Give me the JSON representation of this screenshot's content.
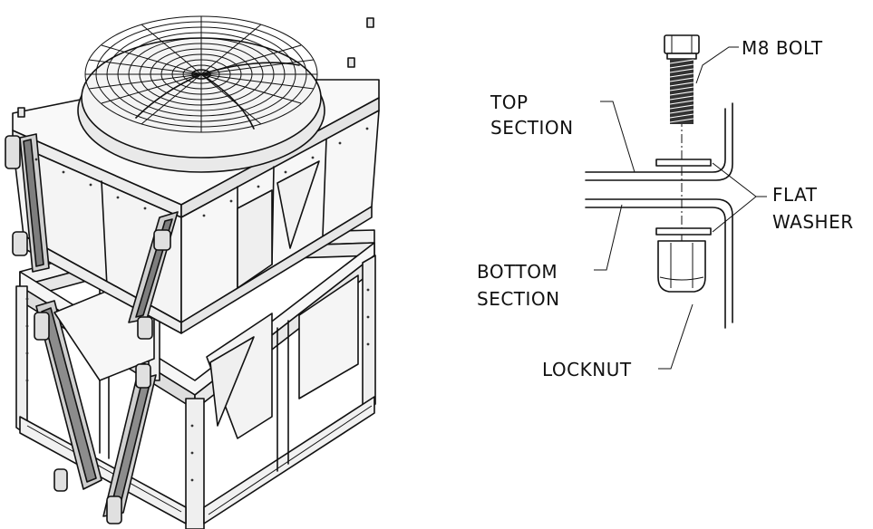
{
  "labels": {
    "bolt": "M8 BOLT",
    "top_section_1": "TOP",
    "top_section_2": "SECTION",
    "flat_washer_1": "FLAT",
    "flat_washer_2": "WASHER",
    "bottom_section_1": "BOTTOM",
    "bottom_section_2": "SECTION",
    "locknut": "LOCKNUT"
  }
}
